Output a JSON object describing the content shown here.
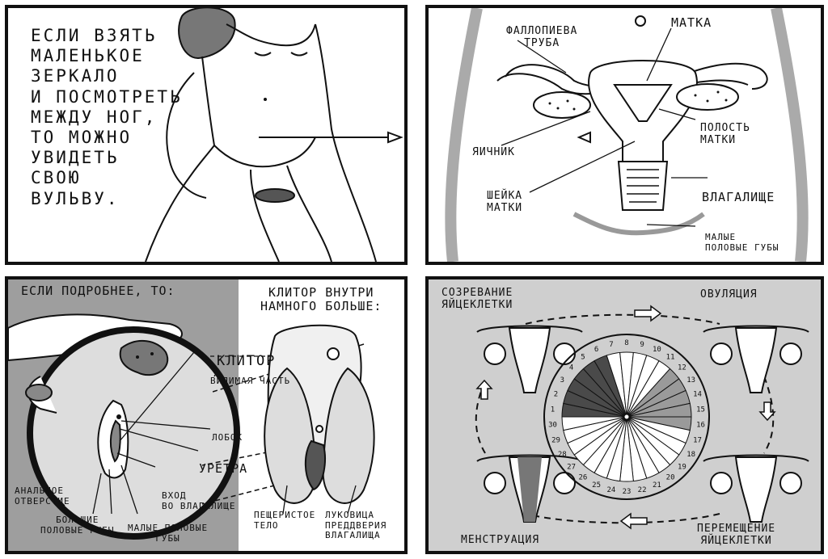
{
  "panel1": {
    "caption": "ЕСЛИ ВЗЯТЬ\nМАЛЕНЬКОЕ\nЗЕРКАЛО\nИ ПОСМОТРЕТЬ\nМЕЖДУ НОГ,\nТО МОЖНО\nУВИДЕТЬ\nСВОЮ\nВУЛЬВУ."
  },
  "panel2": {
    "labels": {
      "fallopian": "ФАЛЛОПИЕВА\nТРУБА",
      "uterus": "МАТКА",
      "cavity": "ПОЛОСТЬ\nМАТКИ",
      "ovary": "ЯИЧНИК",
      "cervix": "ШЕЙКА\nМАТКИ",
      "vagina": "ВЛАГАЛИЩЕ",
      "labia_minora": "МАЛЫЕ\nПОЛОВЫЕ ГУБЫ"
    }
  },
  "panel3": {
    "caption": "ЕСЛИ ПОДРОБНЕЕ, ТО:",
    "clitoris_inside": "КЛИТОР ВНУТРИ\nНАМНОГО БОЛЬШЕ:",
    "labels": {
      "clitoris": "КЛИТОР",
      "visible_part": "ВИДИМАЯ ЧАСТЬ",
      "pubis": "ЛОБОК",
      "urethra": "УРЕТРА",
      "anus": "АНАЛЬНОЕ\nОТВЕРСТИЕ",
      "vagina_entrance": "ВХОД\nВО ВЛАГАЛИЩЕ",
      "labia_majora": "БОЛЬШИЕ\nПОЛОВЫЕ ГУБЫ",
      "labia_minora": "МАЛЫЕ ПОЛОВЫЕ\nГУБЫ",
      "cavernous": "ПЕЩЕРИСТОЕ\nТЕЛО",
      "bulb": "ЛУКОВИЦА\nПРЕДДВЕРИЯ\nВЛАГАЛИЩА"
    }
  },
  "panel4": {
    "labels": {
      "maturation": "СОЗРЕВАНИЕ\nЯЙЦЕКЛЕТКИ",
      "ovulation": "ОВУЛЯЦИЯ",
      "menstruation": "МЕНСТРУАЦИЯ",
      "movement": "ПЕРЕМЕЩЕНИЕ\nЯЙЦЕКЛЕТКИ"
    },
    "cycle_days": [
      "1",
      "2",
      "3",
      "4",
      "5",
      "6",
      "7",
      "8",
      "9",
      "10",
      "11",
      "12",
      "13",
      "14",
      "15",
      "16",
      "17",
      "18",
      "19",
      "20",
      "21",
      "22",
      "23",
      "24",
      "25",
      "26",
      "27",
      "28",
      "29",
      "30"
    ],
    "colors": {
      "menstrual": "#4a4a4a",
      "fertile": "#9a9a9a",
      "other": "#ffffff"
    }
  }
}
